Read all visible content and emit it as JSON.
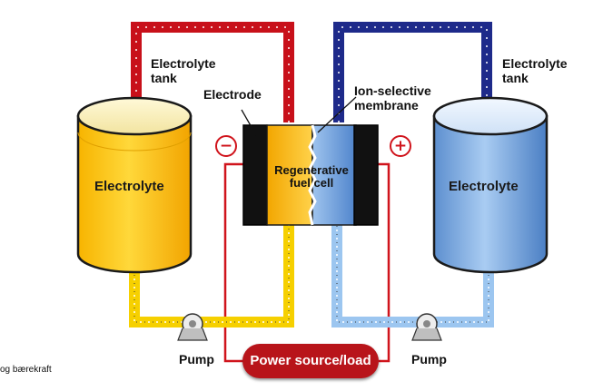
{
  "labels": {
    "tank_left": "Electrolyte\ntank",
    "tank_right": "Electrolyte\ntank",
    "electrode": "Electrode",
    "membrane": "Ion-selective\nmembrane",
    "electrolyte_left": "Electrolyte",
    "electrolyte_right": "Electrolyte",
    "cell": "Regenerative\nfuel cell",
    "pump_left": "Pump",
    "pump_right": "Pump",
    "power": "Power source/load",
    "minus": "−",
    "plus": "+",
    "footer": "og bærekraft"
  },
  "colors": {
    "red_wire": "#d0141c",
    "yellow_electrolyte": "#f6d000",
    "blue_electrolyte": "#4f8fd8",
    "power_box": "#b8141a",
    "electrode": "#111111"
  }
}
